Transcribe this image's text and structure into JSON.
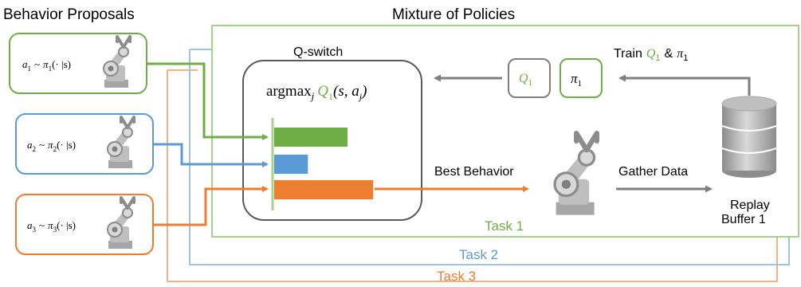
{
  "header": {
    "behavior_proposals": "Behavior Proposals",
    "mixture_of_policies": "Mixture of Policies"
  },
  "tasks": [
    {
      "label": "Task 1",
      "color": "#70ad47"
    },
    {
      "label": "Task 2",
      "color": "#5b9bd5"
    },
    {
      "label": "Task 3",
      "color": "#ed7d31"
    }
  ],
  "proposals": [
    {
      "sub": "1",
      "color": "#70ad47"
    },
    {
      "sub": "2",
      "color": "#5b9bd5"
    },
    {
      "sub": "3",
      "color": "#ed7d31"
    }
  ],
  "proposal_text": {
    "a": "a",
    "tilde": "~",
    "pi": "π",
    "args": "(· |s)"
  },
  "qswitch": {
    "title": "Q-switch",
    "argmax": "argmax",
    "sub_j": "j",
    "q": "Q",
    "q_sub": "1",
    "args_open": "(s, a",
    "args_close": ")"
  },
  "bars": [
    {
      "value": 1.0,
      "color": "#70ad47"
    },
    {
      "value": 0.46,
      "color": "#5b9bd5"
    },
    {
      "value": 1.35,
      "color": "#ed7d31"
    }
  ],
  "policy_boxes": {
    "q": "Q",
    "q_sub": "1",
    "pi": "π",
    "pi_sub": "1"
  },
  "train_label": {
    "train": "Train",
    "q": "Q",
    "q_sub": "1",
    "amp": "&",
    "pi": "π",
    "pi_sub": "1"
  },
  "best_behavior": "Best Behavior",
  "gather_data": "Gather Data",
  "replay": {
    "line1": "Replay",
    "line2": "Buffer 1"
  },
  "colors": {
    "green": "#70ad47",
    "blue": "#5b9bd5",
    "orange": "#ed7d31",
    "gray": "#7f7f7f",
    "dark": "#595959"
  }
}
